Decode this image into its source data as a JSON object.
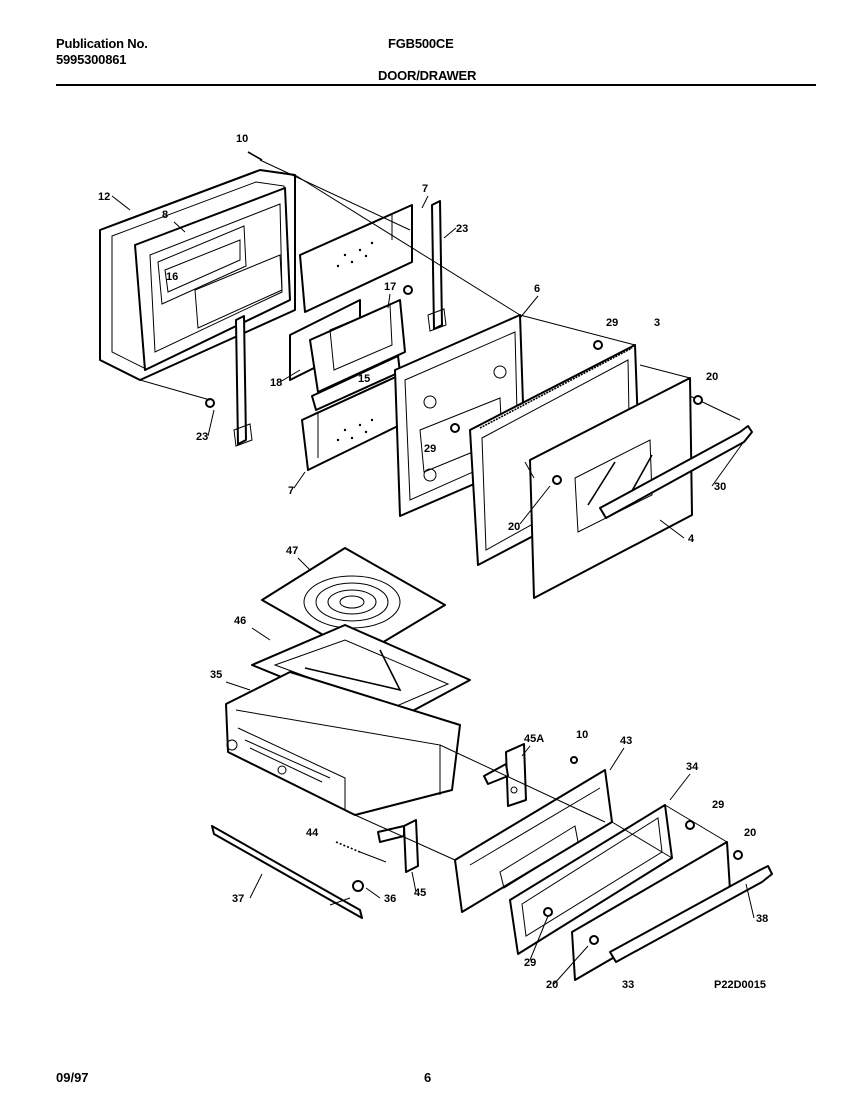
{
  "header": {
    "publication_label": "Publication No.",
    "publication_number": "5995300861",
    "model": "FGB500CE",
    "section": "DOOR/DRAWER"
  },
  "footer": {
    "date": "09/97",
    "page": "6"
  },
  "diagram": {
    "drawing_code": "P22D0015",
    "callouts": [
      "10",
      "12",
      "8",
      "16",
      "7",
      "23",
      "17",
      "6",
      "29",
      "3",
      "18",
      "15",
      "23",
      "7",
      "29",
      "20",
      "20",
      "30",
      "4",
      "47",
      "46",
      "35",
      "45A",
      "10",
      "43",
      "34",
      "29",
      "20",
      "44",
      "37",
      "36",
      "45",
      "38",
      "29",
      "20",
      "33"
    ]
  }
}
